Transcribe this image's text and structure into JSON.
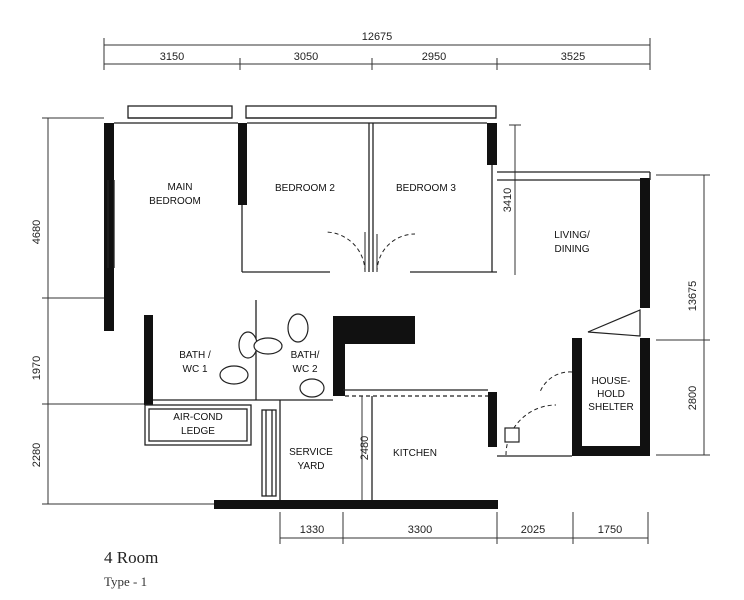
{
  "dimensions": {
    "overall_top": "12675",
    "top_segments": [
      "3150",
      "3050",
      "2950",
      "3525"
    ],
    "left_segments": [
      "4680",
      "1970",
      "2280"
    ],
    "right_segments": [
      "13675",
      "2800"
    ],
    "bottom_segments": [
      "1330",
      "3300",
      "2025",
      "1750"
    ],
    "inner": {
      "living_depth": "3410",
      "kitchen_depth": "2480"
    }
  },
  "rooms": {
    "main_bedroom": [
      "MAIN",
      "BEDROOM"
    ],
    "bedroom2": "BEDROOM 2",
    "bedroom3": "BEDROOM 3",
    "living": [
      "LIVING/",
      "DINING"
    ],
    "bath1": [
      "BATH /",
      "WC 1"
    ],
    "bath2": [
      "BATH/",
      "WC 2"
    ],
    "aircon": [
      "AIR-COND",
      "LEDGE"
    ],
    "service": [
      "SERVICE",
      "YARD"
    ],
    "kitchen": "KITCHEN",
    "shelter": [
      "HOUSE-",
      "HOLD",
      "SHELTER"
    ]
  },
  "caption": {
    "title": "4 Room",
    "subtitle": "Type - 1"
  }
}
